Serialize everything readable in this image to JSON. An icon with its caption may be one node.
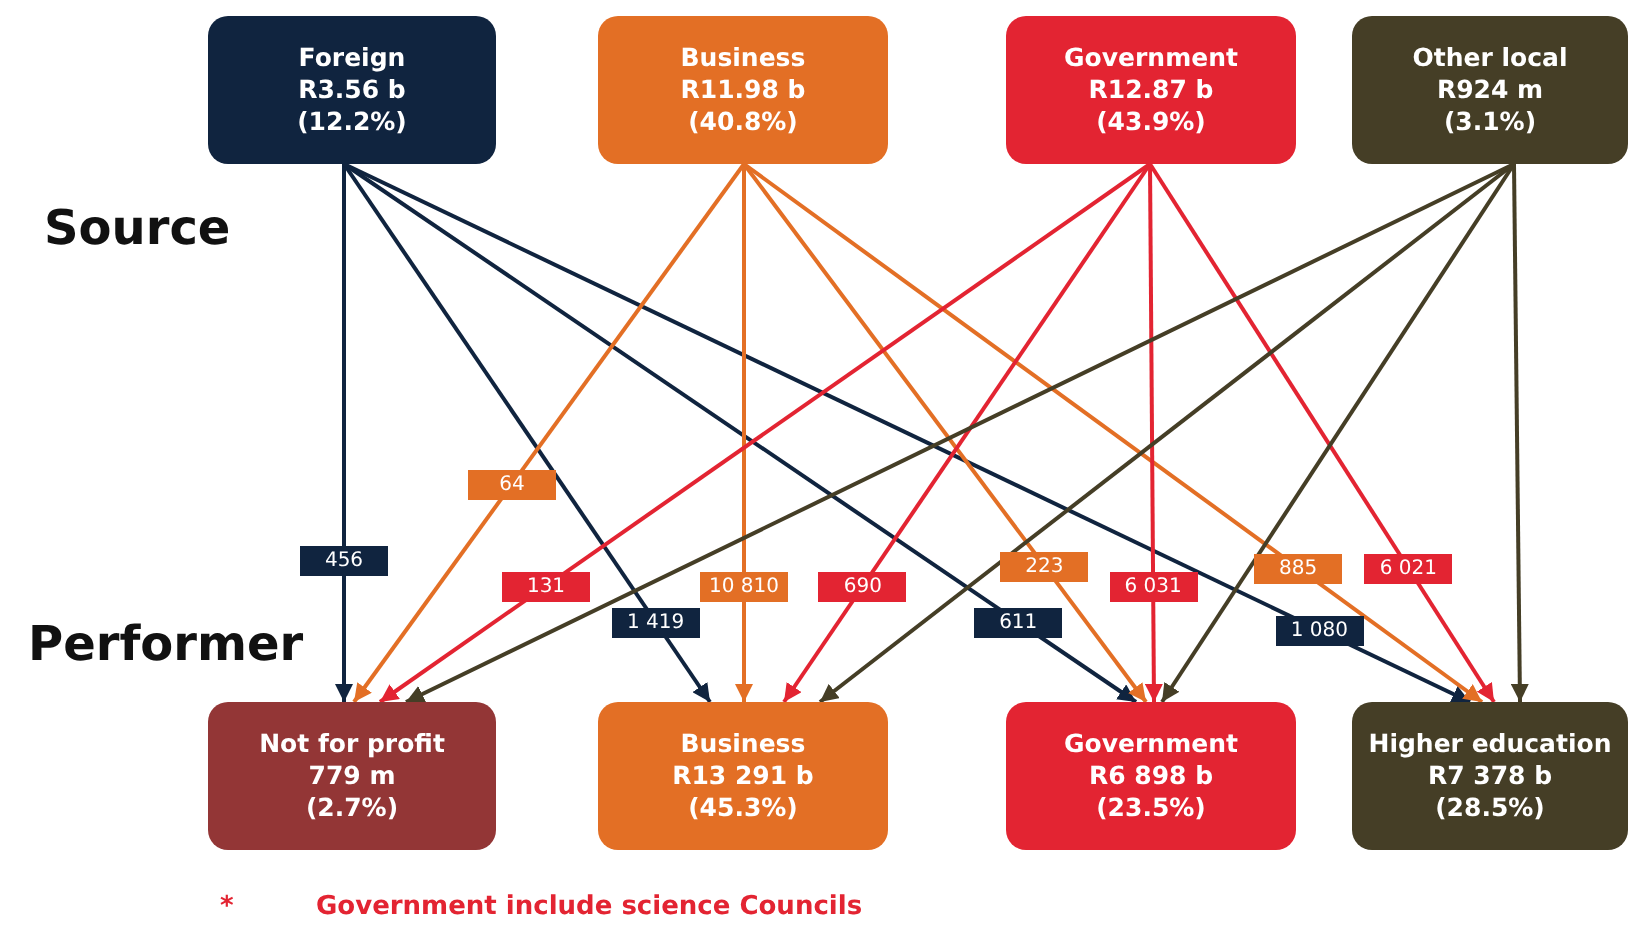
{
  "diagram": {
    "nodes": [
      {
        "text": [
          "Foreign",
          "R3.56 b",
          "(12.2%)"
        ]
      },
      {
        "text": [
          "Business",
          "R11.98 b",
          "(40.8%)"
        ]
      },
      {
        "text": [
          "Government",
          "R12.87 b",
          "(43.9%)"
        ]
      },
      {
        "text": [
          "Other local",
          "R924 m",
          "(3.1%)"
        ]
      },
      {
        "text": [
          "Not for profit",
          "779 m",
          "(2.7%)"
        ]
      },
      {
        "text": [
          "Business",
          "R13 291 b",
          "(45.3%)"
        ]
      },
      {
        "text": [
          "Government",
          "R6 898 b",
          "(23.5%)"
        ]
      },
      {
        "text": [
          "Higher education",
          "R7 378 b",
          "(28.5%)"
        ]
      }
    ],
    "edges": [
      {
        "from": 0,
        "to": 4,
        "arrow": "to",
        "label": "456",
        "color": "#10243f"
      },
      {
        "from": 0,
        "to": 5,
        "arrow": "to",
        "label": "1 419",
        "color": "#10243f"
      },
      {
        "from": 0,
        "to": 6,
        "arrow": "to",
        "label": "611",
        "color": "#10243f"
      },
      {
        "from": 0,
        "to": 7,
        "arrow": "to",
        "label": "1 080",
        "color": "#10243f"
      },
      {
        "from": 1,
        "to": 4,
        "arrow": "to",
        "label": "64",
        "color": "#e36f25"
      },
      {
        "from": 1,
        "to": 5,
        "arrow": "to",
        "label": "10 810",
        "color": "#e36f25"
      },
      {
        "from": 1,
        "to": 6,
        "arrow": "to",
        "label": "223",
        "color": "#e36f25"
      },
      {
        "from": 1,
        "to": 7,
        "arrow": "to",
        "label": "885",
        "color": "#e36f25"
      },
      {
        "from": 2,
        "to": 4,
        "arrow": "to",
        "label": "131",
        "color": "#e32432"
      },
      {
        "from": 2,
        "to": 5,
        "arrow": "to",
        "label": "690",
        "color": "#e32432"
      },
      {
        "from": 2,
        "to": 6,
        "arrow": "to",
        "label": "6 031",
        "color": "#e32432"
      },
      {
        "from": 2,
        "to": 7,
        "arrow": "to",
        "label": "6 021",
        "color": "#e32432"
      },
      {
        "from": 3,
        "to": 4,
        "arrow": "to",
        "color": "#453e26"
      },
      {
        "from": 3,
        "to": 5,
        "arrow": "to",
        "color": "#453e26"
      },
      {
        "from": 3,
        "to": 6,
        "arrow": "to",
        "color": "#453e26"
      },
      {
        "from": 3,
        "to": 7,
        "arrow": "to",
        "color": "#453e26"
      }
    ],
    "labels": [
      "Source",
      "Performer",
      "*",
      "Government include science Councils"
    ]
  }
}
